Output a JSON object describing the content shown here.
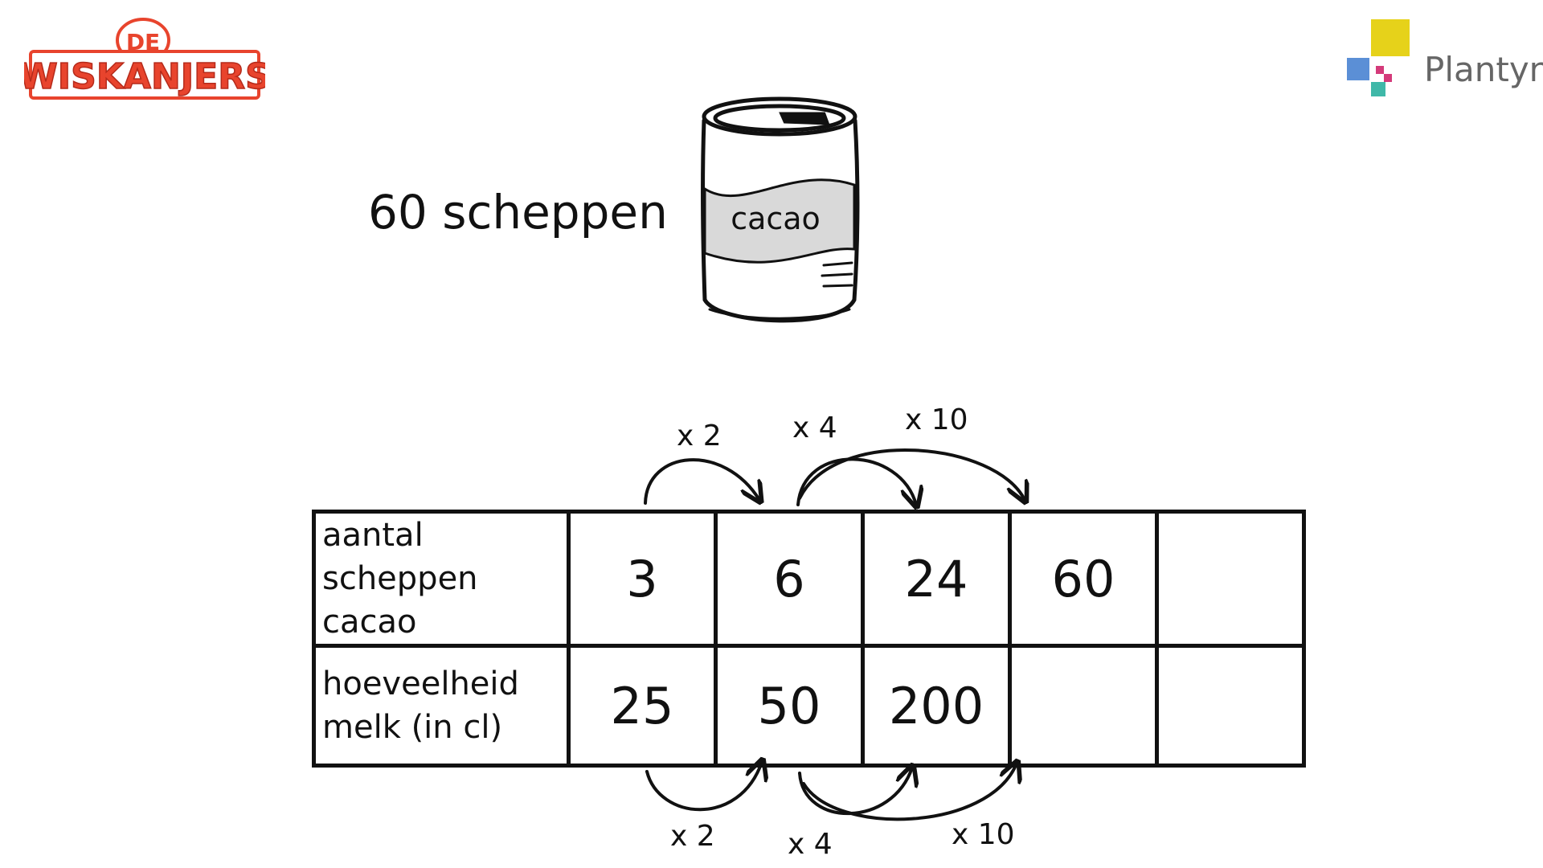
{
  "logos": {
    "left_brand": "DE WISKANJERS",
    "right_brand": "Plantyn"
  },
  "scoops_label": "60 scheppen",
  "can_label": "cacao",
  "table": {
    "rows": [
      {
        "header": "aantal scheppen cacao",
        "values": [
          "3",
          "6",
          "24",
          "60",
          ""
        ]
      },
      {
        "header": "hoeveelheid melk (in cl)",
        "values": [
          "25",
          "50",
          "200",
          "",
          ""
        ]
      }
    ]
  },
  "operators": {
    "top": [
      "x 2",
      "x 4",
      "x 10"
    ],
    "bottom": [
      "x 2",
      "x 4",
      "x 10"
    ]
  },
  "colors": {
    "logo_red": "#e8442d",
    "yellow": "#e6d21a",
    "blue": "#5b8fd6",
    "teal": "#3fb8a8",
    "magenta": "#d43a7a"
  }
}
